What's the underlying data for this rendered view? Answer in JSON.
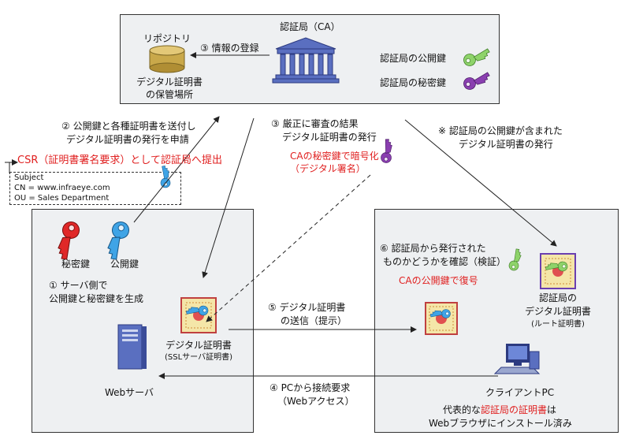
{
  "ca": {
    "title": "認証局（CA）",
    "repository_title": "リポジトリ",
    "repository_desc_1": "デジタル証明書",
    "repository_desc_2": "の保管場所",
    "register_label": "③ 情報の登録",
    "public_key_label": "認証局の公開鍵",
    "private_key_label": "認証局の秘密鍵"
  },
  "steps": {
    "step2_line1": "② 公開鍵と各種証明書を送付し",
    "step2_line2": "デジタル証明書の発行を申請",
    "csr_label": "CSR（証明書署名要求）として認証局へ提出",
    "step3_line1": "③ 厳正に審査の結果",
    "step3_line2": "デジタル証明書の発行",
    "step3_sign_1": "CAの秘密鍵で暗号化",
    "step3_sign_2": "（デジタル署名）",
    "note_line1": "※ 認証局の公開鍵が含まれた",
    "note_line2": "デジタル証明書の発行",
    "step5_line1": "⑤ デジタル証明書",
    "step5_line2": "の送信（提示）",
    "step4_line1": "④ PCから接続要求",
    "step4_line2": "（Webアクセス）"
  },
  "csr": {
    "subject": "Subject",
    "cn": "CN = www.infraeye.com",
    "ou": "OU = Sales Department"
  },
  "server": {
    "private_key": "秘密鍵",
    "public_key": "公開鍵",
    "step1_line1": "① サーバ側で",
    "step1_line2": "公開鍵と秘密鍵を生成",
    "cert_label": "デジタル証明書",
    "cert_sub": "(SSLサーバ証明書)",
    "server_label": "Webサーバ"
  },
  "client": {
    "step6_line1": "⑥ 認証局から発行された",
    "step6_line2": "ものかどうかを確認（検証）",
    "decrypt_label": "CAの公開鍵で復号",
    "root_line1": "認証局の",
    "root_line2": "デジタル証明書",
    "root_sub": "(ルート証明書)",
    "pc_label": "クライアントPC",
    "footer_pre": "代表的な",
    "footer_red": "認証局の証明書",
    "footer_post": "は",
    "footer_line2": "Webブラウザにインストール済み"
  },
  "colors": {
    "accent_red": "#e02020",
    "key_green": "#8ed36a",
    "key_purple": "#8a3fb0",
    "key_red": "#e02828",
    "key_blue": "#3fa4e6",
    "panel": "#eef0f2"
  },
  "icons": [
    "repository-disk-icon",
    "ca-building-icon",
    "key-icon",
    "certificate-icon",
    "server-icon",
    "pc-icon"
  ]
}
